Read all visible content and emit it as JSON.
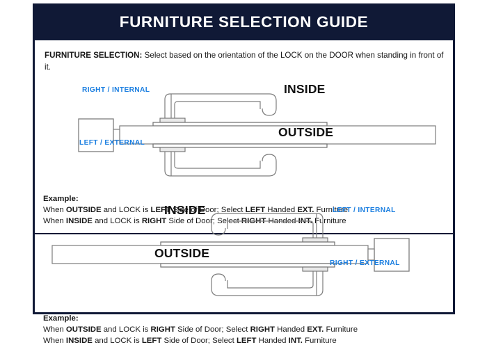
{
  "header": {
    "title": "FURNITURE SELECTION GUIDE",
    "background_color": "#101936",
    "text_color": "#ffffff"
  },
  "colors": {
    "navy": "#101936",
    "blue_label": "#1a7ee0",
    "black_label": "#111111",
    "page_background": "#ffffff",
    "line_gray": "#808080"
  },
  "intro": {
    "lead": "FURNITURE SELECTION:",
    "text": "Select based on the orientation of the LOCK on the DOOR when standing in front of it."
  },
  "diagram_1": {
    "name": "left-external-right-internal-diagram",
    "labels": {
      "top_left_blue": "RIGHT / INTERNAL",
      "bottom_left_blue": "LEFT / EXTERNAL",
      "top_right_black": "INSIDE",
      "bottom_right_black": "OUTSIDE"
    }
  },
  "example_1": {
    "heading": "Example:",
    "lines": [
      {
        "p1": "When ",
        "b1": "OUTSIDE",
        "p2": " and LOCK is ",
        "b2": "LEFT",
        "p3": " Side of Door;   Select ",
        "b3": "LEFT",
        "p4": " Handed ",
        "b4": "EXT.",
        "p5": " Furniture"
      },
      {
        "p1": "When ",
        "b1": "INSIDE",
        "p2": " and LOCK is ",
        "b2": "RIGHT",
        "p3": " Side of Door;  Select ",
        "b3": "RIGHT",
        "p4": " Handed ",
        "b4": "INT.",
        "p5": " Furniture"
      }
    ]
  },
  "diagram_2": {
    "name": "right-external-left-internal-diagram",
    "labels": {
      "top_right_blue": "LEFT / INTERNAL",
      "bottom_right_blue": "RIGHT / EXTERNAL",
      "top_left_black": "INSIDE",
      "bottom_left_black": "OUTSIDE"
    }
  },
  "example_2": {
    "heading": "Example:",
    "lines": [
      {
        "p1": "When ",
        "b1": "OUTSIDE",
        "p2": " and LOCK is ",
        "b2": "RIGHT",
        "p3": " Side of Door;   Select ",
        "b3": "RIGHT",
        "p4": " Handed ",
        "b4": "EXT.",
        "p5": " Furniture"
      },
      {
        "p1": "When ",
        "b1": "INSIDE",
        "p2": " and LOCK is ",
        "b2": "LEFT",
        "p3": " Side of Door;  Select ",
        "b3": "LEFT",
        "p4": " Handed ",
        "b4": "INT.",
        "p5": " Furniture"
      }
    ]
  }
}
